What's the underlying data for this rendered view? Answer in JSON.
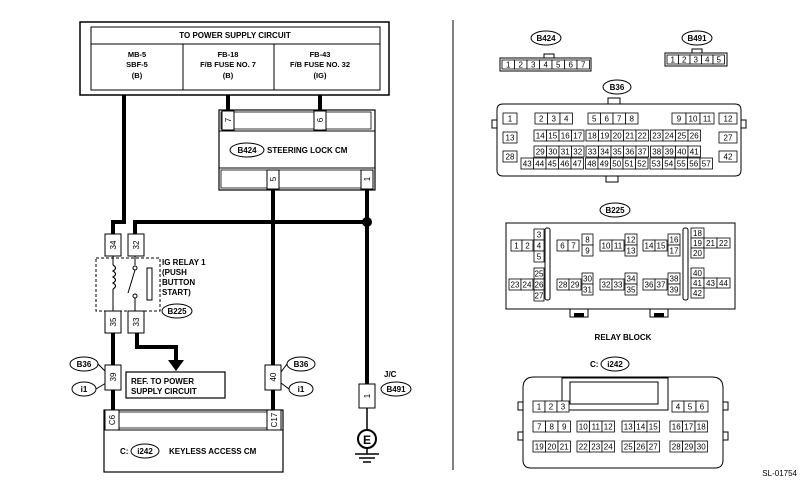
{
  "diagram_id": "SL-01754",
  "power_supply": {
    "title": "TO POWER SUPPLY CIRCUIT",
    "fuses": [
      {
        "line1": "MB-5",
        "line2": "SBF-5",
        "line3": "(B)"
      },
      {
        "line1": "FB-18",
        "line2": "F/B FUSE NO. 7",
        "line3": "(B)"
      },
      {
        "line1": "FB-43",
        "line2": "F/B FUSE NO. 32",
        "line3": "(IG)"
      }
    ]
  },
  "steering_lock": {
    "connector": "B424",
    "name": "STEERING LOCK CM",
    "pins_top": [
      "7",
      "6"
    ],
    "pins_bottom": [
      "5",
      "1"
    ]
  },
  "relay": {
    "name_lines": [
      "IG RELAY 1",
      "(PUSH",
      "BUTTON",
      "START)"
    ],
    "connector": "B225",
    "pins_top": [
      "34",
      "32"
    ],
    "pins_bottom": [
      "35",
      "33"
    ]
  },
  "ref_box": {
    "line1": "REF. TO POWER",
    "line2": "SUPPLY CIRCUIT"
  },
  "harness_left": {
    "connector": "B36",
    "sub": "i1",
    "pin": "39"
  },
  "harness_right": {
    "connector": "B36",
    "sub": "i1",
    "pin": "40"
  },
  "keyless": {
    "prefix": "C:",
    "connector": "i242",
    "name": "KEYLESS ACCESS CM",
    "pins": [
      "C6",
      "C17"
    ]
  },
  "jc": {
    "label": "J/C",
    "connector": "B491",
    "pin": "1",
    "ground": "E"
  },
  "connector_views": {
    "b424": {
      "label": "B424",
      "pins": [
        "1",
        "2",
        "3",
        "4",
        "5",
        "6",
        "7"
      ]
    },
    "b491": {
      "label": "B491",
      "pins": [
        "1",
        "2",
        "3",
        "4",
        "5"
      ]
    },
    "b36": {
      "label": "B36",
      "row1": [
        "1",
        "2",
        "3",
        "4",
        "5",
        "6",
        "7",
        "8",
        "9",
        "10",
        "11",
        "12"
      ],
      "row2": [
        "13",
        "14",
        "15",
        "16",
        "17",
        "18",
        "19",
        "20",
        "21",
        "22",
        "23",
        "24",
        "25",
        "26",
        "27"
      ],
      "row3": [
        "28",
        "29",
        "30",
        "31",
        "32",
        "33",
        "34",
        "35",
        "36",
        "37",
        "38",
        "39",
        "40",
        "41",
        "42"
      ],
      "row4": [
        "43",
        "44",
        "45",
        "46",
        "47",
        "48",
        "49",
        "50",
        "51",
        "52",
        "53",
        "54",
        "55",
        "56",
        "57"
      ]
    },
    "b225": {
      "label": "B225",
      "pins": [
        "1",
        "2",
        "3",
        "4",
        "5",
        "6",
        "7",
        "8",
        "9",
        "10",
        "11",
        "12",
        "13",
        "14",
        "15",
        "16",
        "17",
        "18",
        "19",
        "20",
        "21",
        "22",
        "23",
        "24",
        "25",
        "26",
        "27",
        "28",
        "29",
        "30",
        "31",
        "32",
        "33",
        "34",
        "35",
        "36",
        "37",
        "38",
        "39",
        "40",
        "41",
        "42",
        "43",
        "44"
      ],
      "caption": "RELAY BLOCK"
    },
    "i242": {
      "prefix": "C:",
      "label": "i242",
      "row1": [
        "1",
        "2",
        "3",
        "4",
        "5",
        "6"
      ],
      "row2": [
        "7",
        "8",
        "9",
        "10",
        "11",
        "12",
        "13",
        "14",
        "15",
        "16",
        "17",
        "18"
      ],
      "row3": [
        "19",
        "20",
        "21",
        "22",
        "23",
        "24",
        "25",
        "26",
        "27",
        "28",
        "29",
        "30"
      ]
    }
  }
}
